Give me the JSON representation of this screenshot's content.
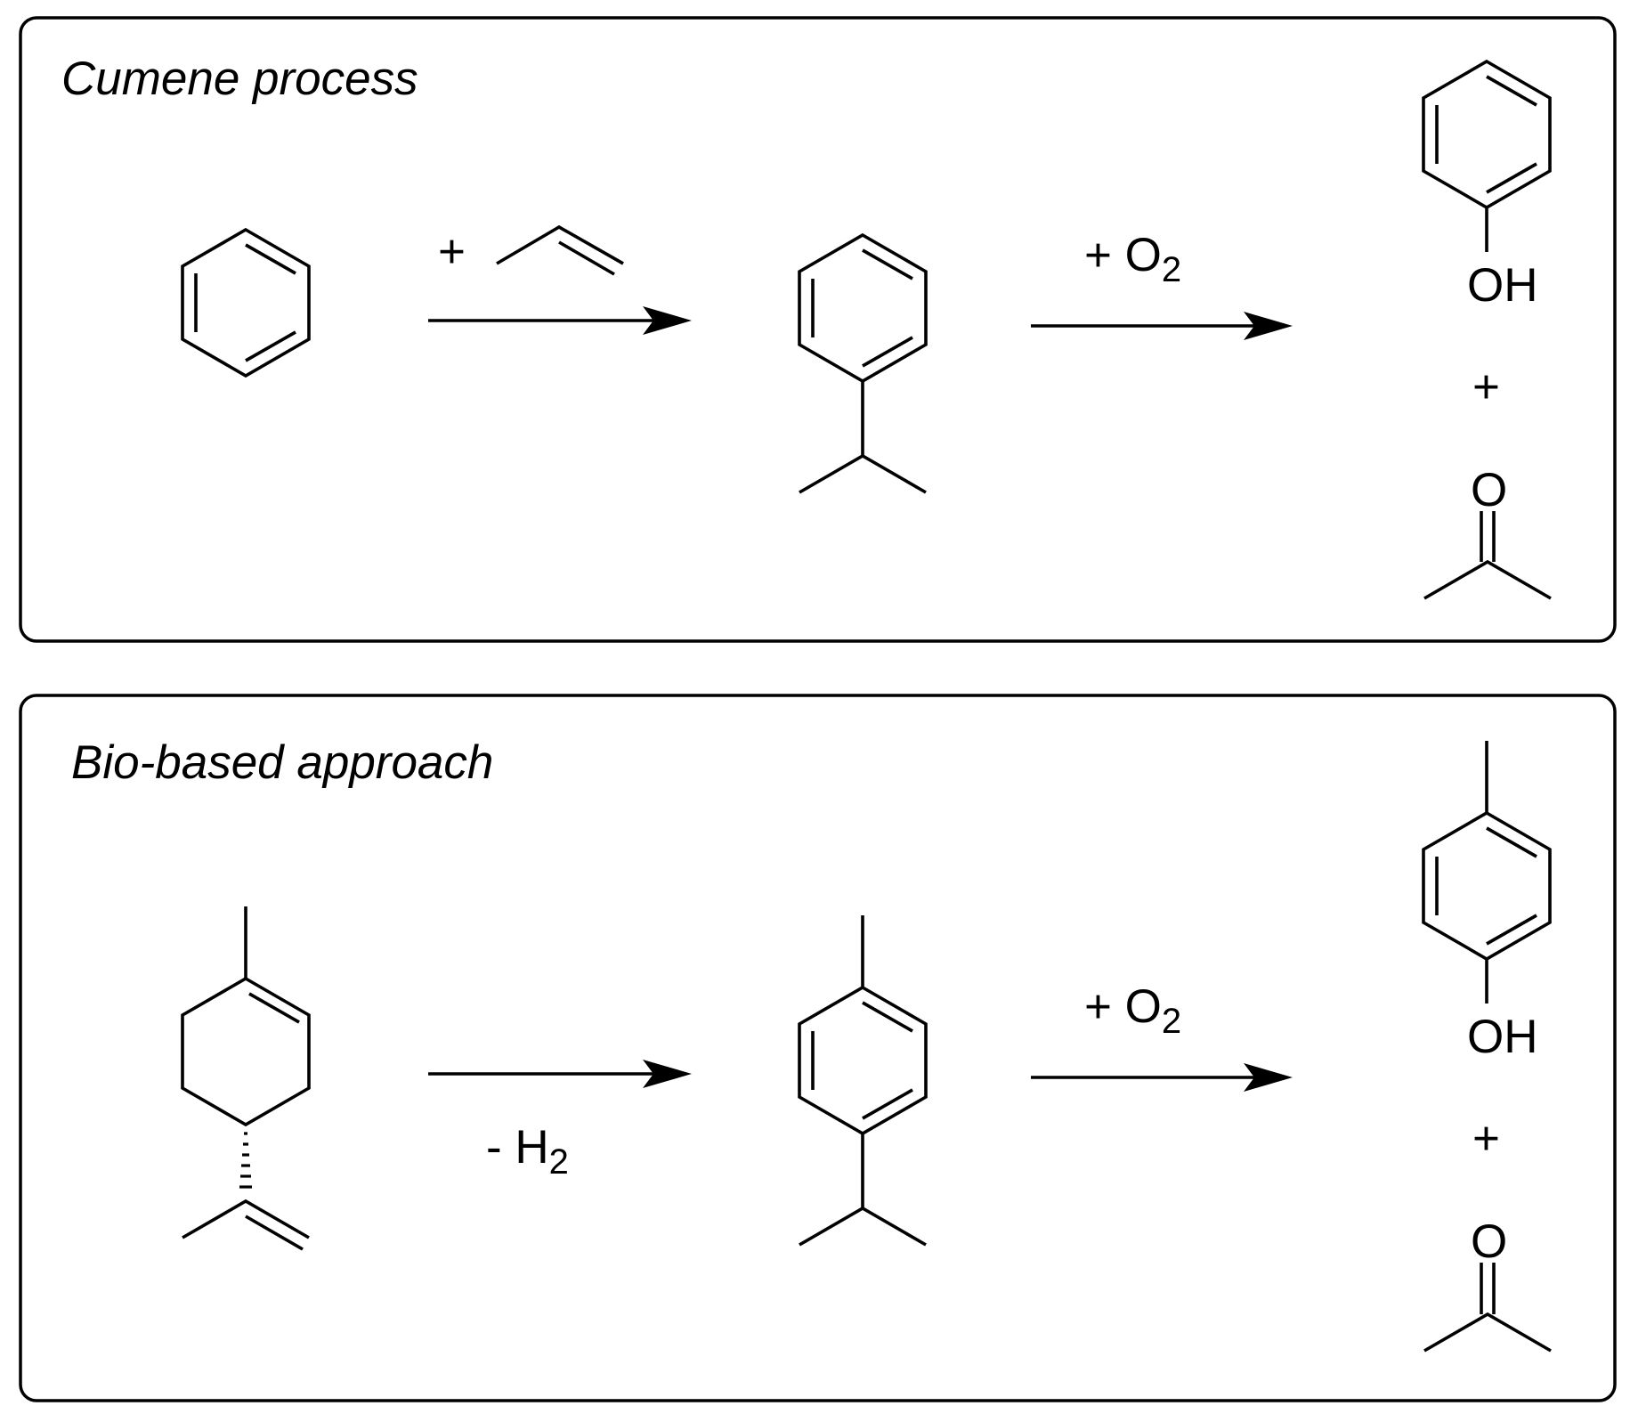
{
  "panels": [
    {
      "title": "Cumene process",
      "reagent_plus": "+",
      "step2_label": "+ O",
      "step2_sub": "2",
      "product_OH": "OH",
      "product_plus": "+",
      "product_O": "O"
    },
    {
      "title": "Bio-based approach",
      "step1_label": "- H",
      "step1_sub": "2",
      "step2_label": "+ O",
      "step2_sub": "2",
      "product_OH": "OH",
      "product_plus": "+",
      "product_O": "O"
    }
  ],
  "molecules": {
    "p1": [
      "benzene",
      "propene",
      "cumene",
      "phenol",
      "acetone"
    ],
    "p2": [
      "limonene",
      "p-cymene",
      "p-cresol",
      "acetone"
    ]
  }
}
